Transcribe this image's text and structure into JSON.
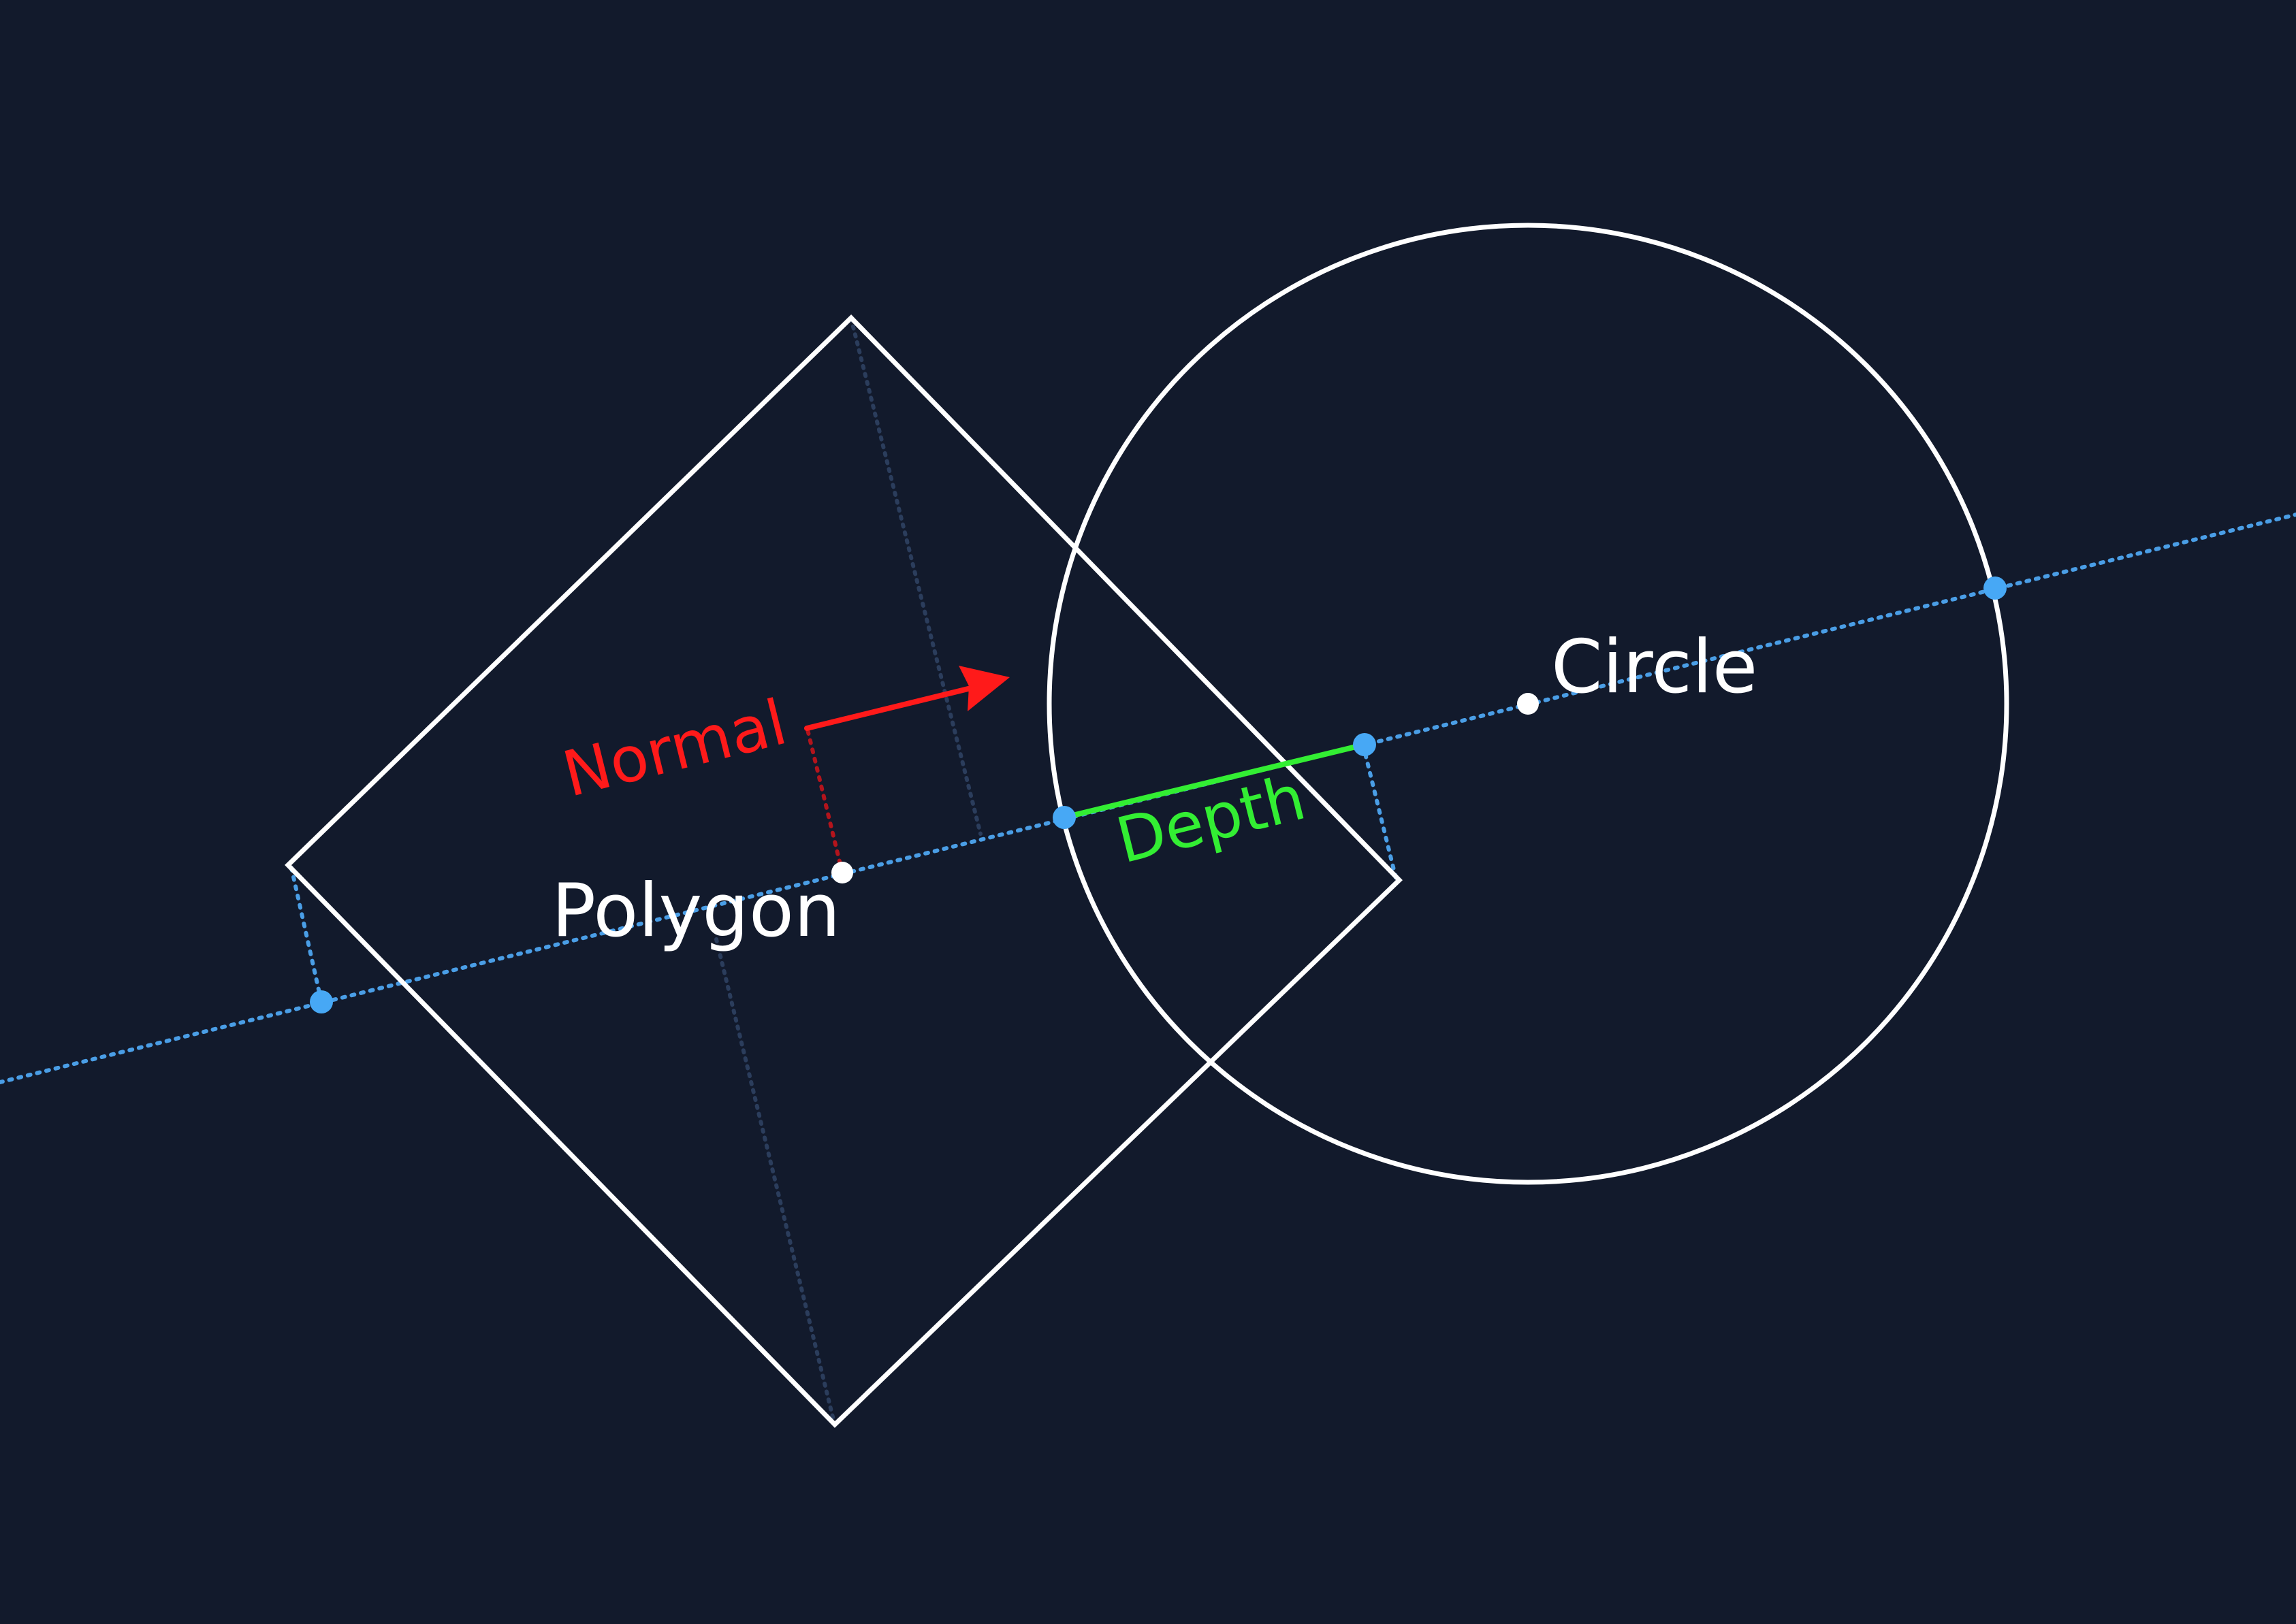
{
  "colors": {
    "background": "#121a2c",
    "shape_stroke": "#ffffff",
    "axis": "#4a9ee6",
    "axis_point": "#47a8f5",
    "normal": "#ff1a1a",
    "normal_dotted": "#b3141c",
    "depth": "#33ee33",
    "faint_dotted": "#2b3d5c",
    "center_dot": "#ffffff"
  },
  "labels": {
    "normal": "Normal",
    "depth": "Depth",
    "polygon": "Polygon",
    "circle": "Circle"
  }
}
